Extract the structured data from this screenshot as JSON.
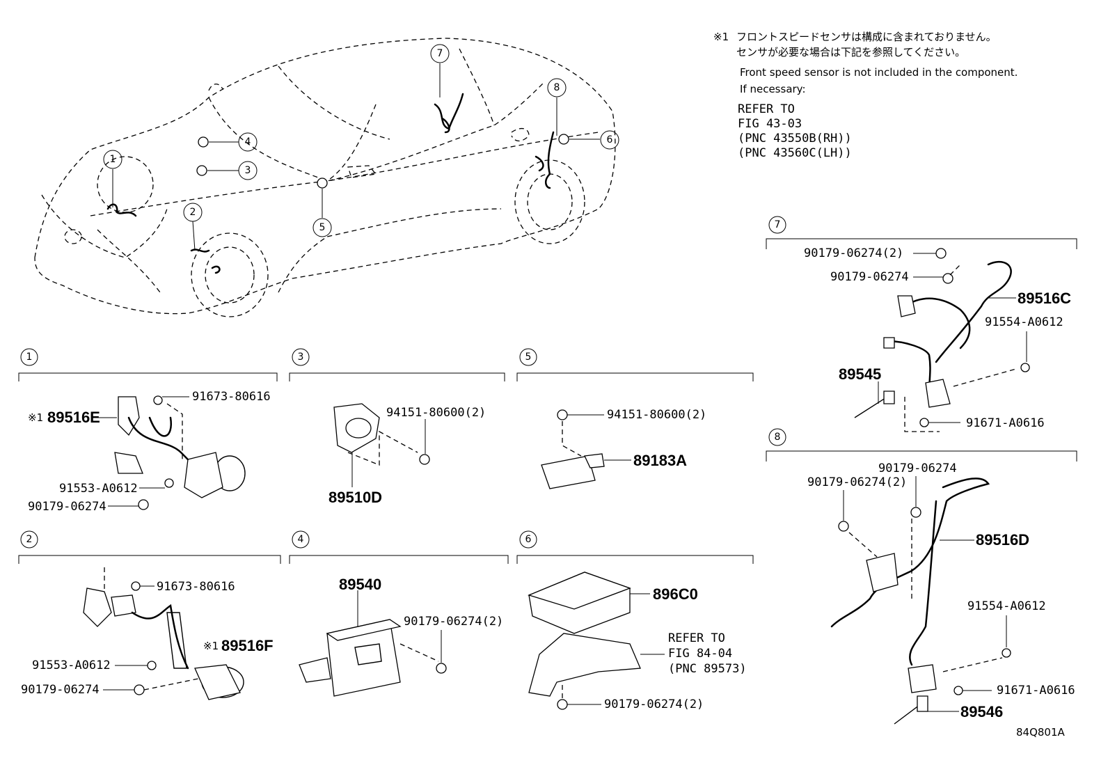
{
  "note": {
    "mark": "※1",
    "jp_line1": "フロントスピードセンサは構成に含まれておりません。",
    "jp_line2": "センサが必要な場合は下記を参照してください。",
    "en_line1": "Front speed sensor is not included in the component.",
    "en_line2": "If necessary:",
    "ref_line1": "REFER TO",
    "ref_line2": "FIG 43-03",
    "ref_line3": "(PNC 43550B(RH))",
    "ref_line4": "(PNC 43560C(LH))"
  },
  "callouts": [
    "1",
    "2",
    "3",
    "4",
    "5",
    "6",
    "7",
    "8"
  ],
  "group1": {
    "label": "1",
    "mark": "※1",
    "part_main": "89516E",
    "bolt1": "91673-80616",
    "bolt2": "91553-A0612",
    "nut": "90179-06274"
  },
  "group2": {
    "label": "2",
    "mark": "※1",
    "part_main": "89516F",
    "bolt1": "91673-80616",
    "bolt2": "91553-A0612",
    "nut": "90179-06274"
  },
  "group3": {
    "label": "3",
    "part_main": "89510D",
    "nut": "94151-80600(2)"
  },
  "group4": {
    "label": "4",
    "part_main": "89540",
    "nut": "90179-06274(2)"
  },
  "group5": {
    "label": "5",
    "part_main": "89183A",
    "nut": "94151-80600(2)"
  },
  "group6": {
    "label": "6",
    "part_main": "896C0",
    "ref_line1": "REFER TO",
    "ref_line2": "FIG 84-04",
    "ref_line3": "(PNC 89573)",
    "nut": "90179-06274(2)"
  },
  "group7": {
    "label": "7",
    "nut1": "90179-06274(2)",
    "nut2": "90179-06274",
    "part_main": "89516C",
    "bolt1": "91554-A0612",
    "sensor": "89545",
    "bolt2": "91671-A0616"
  },
  "group8": {
    "label": "8",
    "nut1": "90179-06274",
    "nut2": "90179-06274(2)",
    "part_main": "89516D",
    "bolt1": "91554-A0612",
    "bolt2": "91671-A0616",
    "sensor": "89546"
  },
  "figure_id": "84Q801A"
}
